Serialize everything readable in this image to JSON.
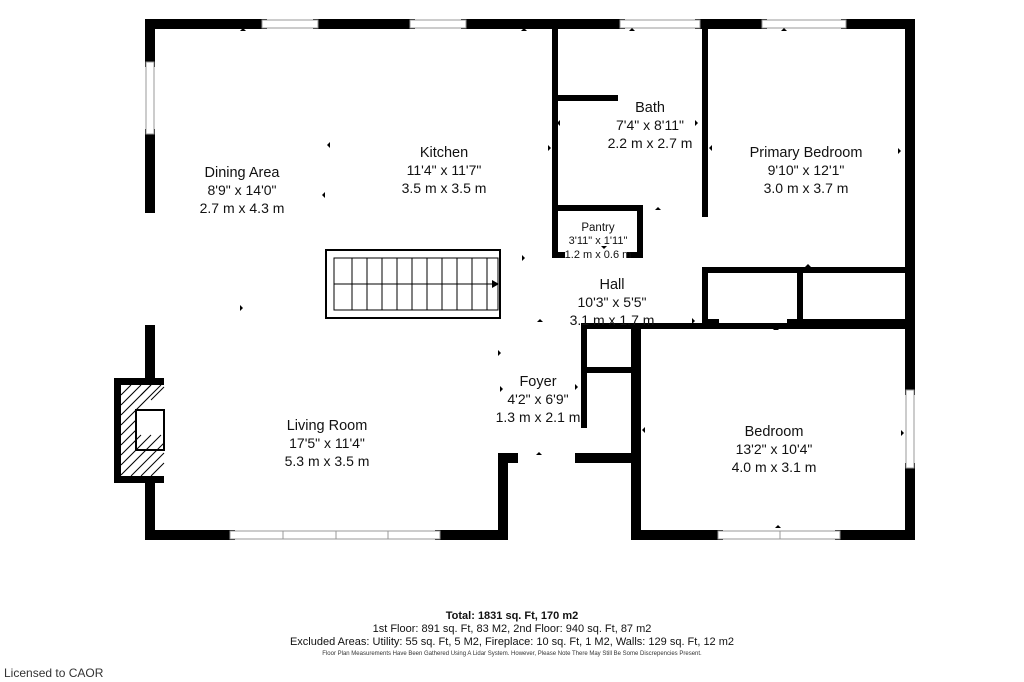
{
  "rooms": {
    "dining": {
      "name": "Dining Area",
      "imperial": "8'9\" x 14'0\"",
      "metric": "2.7 m x 4.3 m"
    },
    "kitchen": {
      "name": "Kitchen",
      "imperial": "11'4\" x 11'7\"",
      "metric": "3.5 m x 3.5 m"
    },
    "bath": {
      "name": "Bath",
      "imperial": "7'4\" x 8'11\"",
      "metric": "2.2 m x 2.7 m"
    },
    "primary": {
      "name": "Primary Bedroom",
      "imperial": "9'10\" x 12'1\"",
      "metric": "3.0 m x 3.7 m"
    },
    "pantry": {
      "name": "Pantry",
      "imperial": "3'11\" x 1'11\"",
      "metric": "1.2 m x 0.6 m"
    },
    "hall": {
      "name": "Hall",
      "imperial": "10'3\" x 5'5\"",
      "metric": "3.1 m x 1.7 m"
    },
    "foyer": {
      "name": "Foyer",
      "imperial": "4'2\" x 6'9\"",
      "metric": "1.3 m x 2.1 m"
    },
    "living": {
      "name": "Living Room",
      "imperial": "17'5\" x 11'4\"",
      "metric": "5.3 m x 3.5 m"
    },
    "bedroom": {
      "name": "Bedroom",
      "imperial": "13'2\" x 10'4\"",
      "metric": "4.0 m x 3.1 m"
    }
  },
  "totals": {
    "total": "Total: 1831 sq. Ft, 170 m2",
    "floors": "1st Floor: 891 sq. Ft, 83 M2, 2nd Floor: 940 sq. Ft, 87 m2",
    "excluded": "Excluded Areas: Utility: 55 sq. Ft, 5 M2, Fireplace: 10 sq. Ft, 1 M2, Walls: 129 sq. Ft, 12 m2",
    "disclaimer": "Floor Plan Measurements Have Been Gathered Using A Lidar System. However, Please Note There May Still Be Some Discrepencies Present."
  },
  "license": "Licensed to CAOR",
  "colors": {
    "wall": "#000000",
    "window": "#999999",
    "background": "#ffffff"
  }
}
